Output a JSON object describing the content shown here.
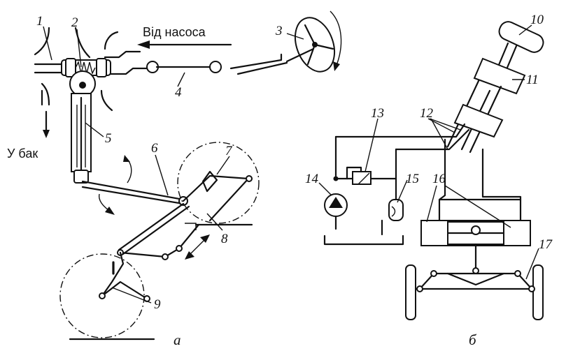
{
  "labels": {
    "pump_flow": "Від насоса",
    "to_tank": "У бак",
    "panel_a": "а",
    "panel_b": "б"
  },
  "parts": [
    "1",
    "2",
    "3",
    "4",
    "5",
    "6",
    "7",
    "8",
    "9",
    "10",
    "11",
    "12",
    "13",
    "14",
    "15",
    "16",
    "17"
  ]
}
